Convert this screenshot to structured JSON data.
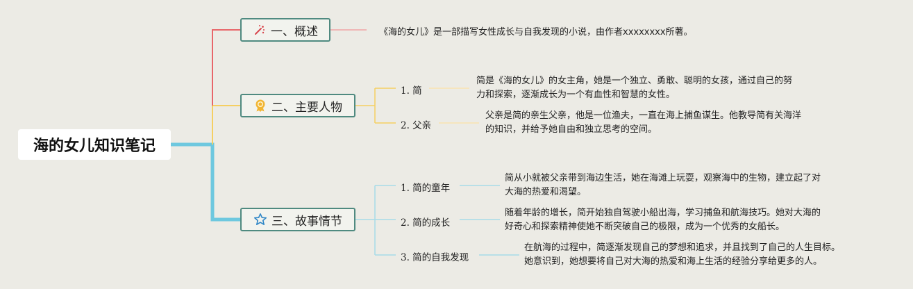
{
  "root": {
    "title": "海的女儿知识笔记"
  },
  "branches": [
    {
      "label": "一、概述",
      "icon": "sparkle-wand-icon",
      "color": "#e8666a",
      "description": "《海的女儿》是一部描写女性成长与自我发现的小说，由作者xxxxxxxx所著。"
    },
    {
      "label": "二、主要人物",
      "icon": "award-medal-icon",
      "color": "#f5cf62",
      "children": [
        {
          "label": "1. 简",
          "line1": "简是《海的女儿》的女主角，她是一个独立、勇敢、聪明的女孩，通过自己的努",
          "line2": "力和探索，逐渐成长为一个有血性和智慧的女性。"
        },
        {
          "label": "2. 父亲",
          "line1": "父亲是简的亲生父亲，他是一位渔夫，一直在海上捕鱼谋生。他教导简有关海洋",
          "line2": "的知识，并给予她自由和独立思考的空间。"
        }
      ]
    },
    {
      "label": "三、故事情节",
      "icon": "star-outline-icon",
      "color": "#6ec8df",
      "children": [
        {
          "label": "1. 简的童年",
          "line1": "简从小就被父亲带到海边生活，她在海滩上玩耍，观察海中的生物，建立起了对",
          "line2": "大海的热爱和渴望。"
        },
        {
          "label": "2. 简的成长",
          "line1": "随着年龄的增长，简开始独自驾驶小船出海，学习捕鱼和航海技巧。她对大海的",
          "line2": "好奇心和探索精神使她不断突破自己的极限，成为一个优秀的女船长。"
        },
        {
          "label": "3. 简的自我发现",
          "line1": "在航海的过程中，简逐渐发现自己的梦想和追求，并且找到了自己的人生目标。",
          "line2": "她意识到，她想要将自己对大海的热爱和海上生活的经验分享给更多的人。"
        }
      ]
    }
  ]
}
